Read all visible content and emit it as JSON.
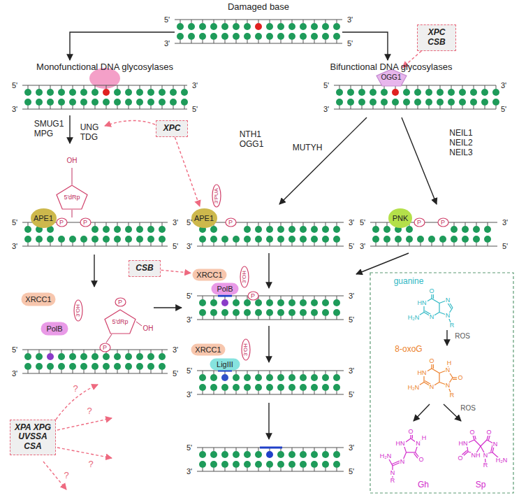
{
  "diagram": {
    "nodes": [
      {
        "text": [
          "XPC CSB"
        ]
      },
      {
        "text": [
          "OGG1"
        ]
      },
      {
        "text": [
          "XPC"
        ]
      },
      {
        "text": [
          "APE1"
        ]
      },
      {
        "text": [
          "5'dRp"
        ]
      },
      {
        "text": [
          "APE1"
        ]
      },
      {
        "text": [
          "3'PUA"
        ]
      },
      {
        "text": [
          "PNK"
        ]
      },
      {
        "text": [
          "CSB"
        ]
      },
      {
        "text": [
          "XRCC1"
        ]
      },
      {
        "text": [
          "PolB"
        ]
      },
      {
        "text": [
          "3'OH"
        ]
      },
      {
        "text": [
          "5'dRp"
        ]
      },
      {
        "text": [
          "XRCC1"
        ]
      },
      {
        "text": [
          "PolB"
        ]
      },
      {
        "text": [
          "3'OH"
        ]
      },
      {
        "text": [
          "XRCC1"
        ]
      },
      {
        "text": [
          "LigIII"
        ]
      },
      {
        "text": [
          "3'OH"
        ]
      },
      {
        "text": [
          "XPA XPG UVSSA CSA"
        ]
      },
      {
        "text": [
          "P"
        ]
      },
      {
        "text": [
          "P"
        ]
      },
      {
        "text": [
          "P"
        ]
      },
      {
        "text": [
          "P"
        ]
      },
      {
        "text": [
          "P"
        ]
      },
      {
        "text": [
          "P"
        ]
      },
      {
        "text": [
          "P"
        ]
      },
      {
        "text": [
          "P"
        ]
      }
    ],
    "edges": [
      {
        "from": 0,
        "to": 1,
        "arrow": "to"
      },
      {
        "from": 2,
        "to": 5,
        "arrow": "to"
      },
      {
        "from": 8,
        "to": 13,
        "arrow": "to"
      }
    ],
    "labels": [
      "Damaged base",
      "Monofunctional DNA glycosylases",
      "Bifunctional DNA glycosylases",
      "SMUG1 MPG",
      "UNG TDG",
      "NTH1 OGG1",
      "MUTYH",
      "NEIL1 NEIL2 NEIL3",
      "OH",
      "OH",
      "?",
      "?",
      "?",
      "?",
      "guanine",
      "ROS",
      "8-oxoG",
      "ROS",
      "Gh",
      "Sp",
      "O",
      "HN",
      "N",
      "H₂N",
      "N",
      "N",
      "R",
      "O",
      "H",
      "HN",
      "N",
      "O",
      "H₂N",
      "N",
      "N",
      "R",
      "HN",
      "O",
      "H",
      "N",
      "O",
      "H₂N",
      "N",
      "N",
      "R",
      "O",
      "HN",
      "O",
      "NH",
      "O",
      "N",
      "H₂N",
      "N",
      "R",
      "5'",
      "3'",
      "3'",
      "5'",
      "5'",
      "3'",
      "3'",
      "5'",
      "5'",
      "3'",
      "3'",
      "5'",
      "5'",
      "3'",
      "3'",
      "5'",
      "5'",
      "3'",
      "3'",
      "5'",
      "5'",
      "3'",
      "3'",
      "5'",
      "5'",
      "3'",
      "3'",
      "5'",
      "5'",
      "3'",
      "3'",
      "5'",
      "5'",
      "3'",
      "3'",
      "5'",
      "5'",
      "3'",
      "3'",
      "5'"
    ]
  }
}
